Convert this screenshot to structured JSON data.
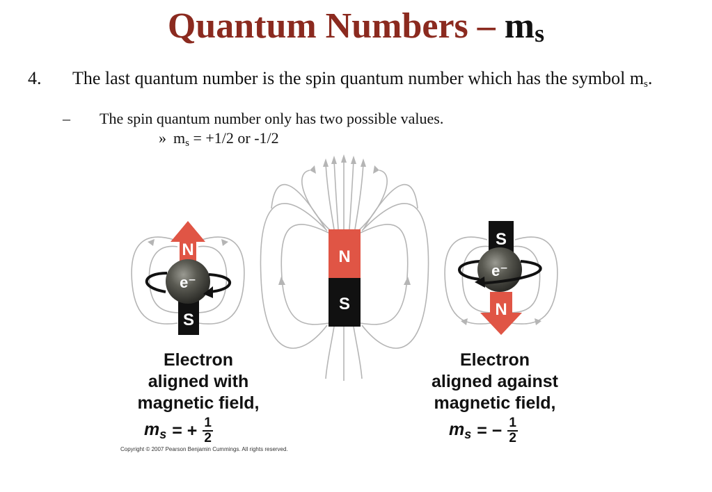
{
  "slide": {
    "title_main": "Quantum Numbers – ",
    "title_symbol": "m",
    "title_subscript": "s",
    "item1": {
      "number": "4.",
      "text": "The last quantum number is the spin quantum number which has the symbol m",
      "subscript": "s",
      "end": "."
    },
    "item2": {
      "bullet": "–",
      "text": "The spin quantum number only has two possible values."
    },
    "item3": {
      "bullet": "»",
      "symbol": "m",
      "subscript": "s",
      "text": " = +1/2 or -1/2"
    }
  },
  "figure": {
    "left_electron_label": "e⁻",
    "left_arrow_top": "N",
    "left_bar_bottom": "S",
    "magnet_top": "N",
    "magnet_bottom": "S",
    "right_electron_label": "e⁻",
    "right_bar_top": "S",
    "right_arrow_bottom": "N",
    "left_caption": [
      "Electron",
      "aligned with",
      "magnetic field,"
    ],
    "left_formula": {
      "symbol": "m",
      "subscript": "s",
      "op": "= +",
      "numerator": "1",
      "denominator": "2"
    },
    "right_caption": [
      "Electron",
      "aligned against",
      "magnetic field,"
    ],
    "right_formula": {
      "symbol": "m",
      "subscript": "s",
      "op": "= −",
      "numerator": "1",
      "denominator": "2"
    },
    "copyright": "Copyright © 2007 Pearson Benjamin Cummings. All rights reserved.",
    "colors": {
      "red": "#e05545",
      "black": "#111111",
      "field_line": "#b5b5b5",
      "sphere": "#4a4a44",
      "title_red": "#8b2a1f"
    }
  }
}
